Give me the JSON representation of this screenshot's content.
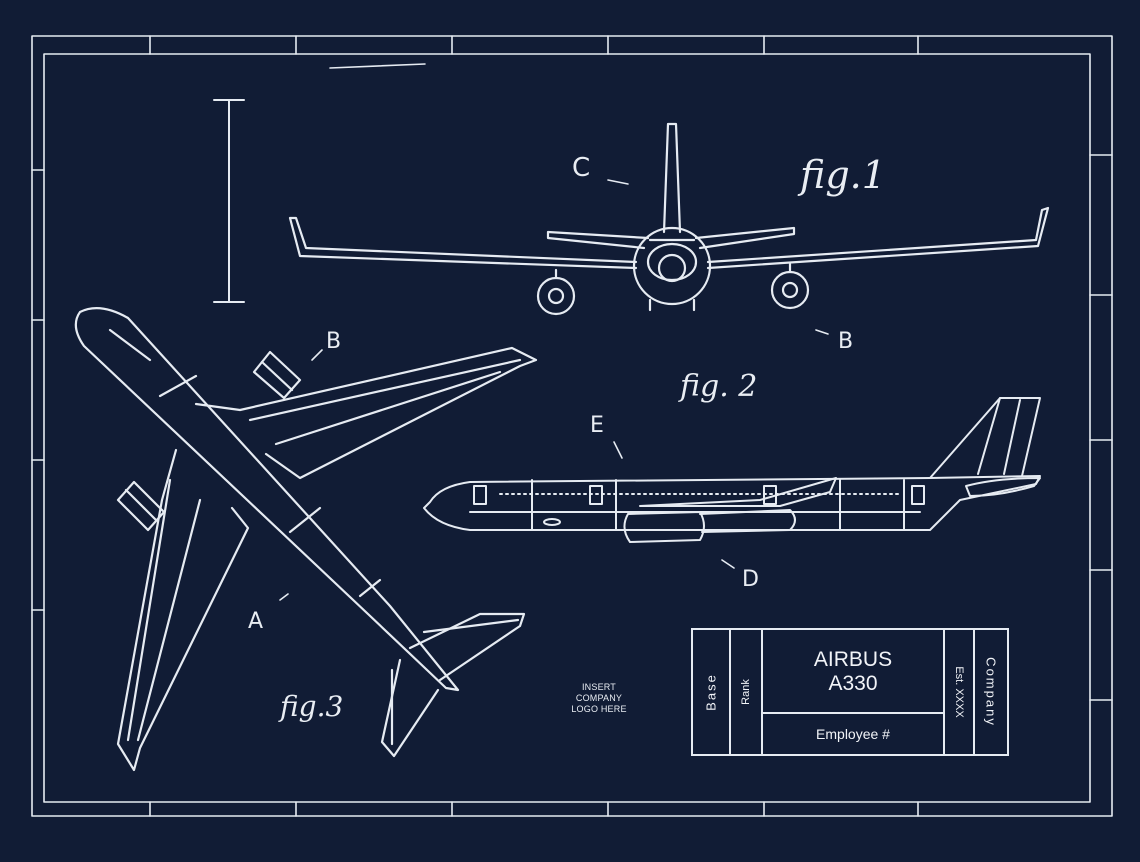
{
  "figures": {
    "fig1": "fig.1",
    "fig2": "fig. 2",
    "fig3": "fig.3"
  },
  "callouts": {
    "a": "A",
    "b_top": "B",
    "b_front": "B",
    "c": "C",
    "d": "D",
    "e": "E"
  },
  "logo_placeholder": {
    "line1": "INSERT",
    "line2": "COMPANY",
    "line3": "LOGO HERE"
  },
  "title_block": {
    "base": "Base",
    "rank": "Rank",
    "title_line1": "AIRBUS",
    "title_line2": "A330",
    "employee": "Employee #",
    "est": "Est. XXXX",
    "company": "Company"
  },
  "colors": {
    "background": "#111c35",
    "ink": "#e6ebf2"
  }
}
